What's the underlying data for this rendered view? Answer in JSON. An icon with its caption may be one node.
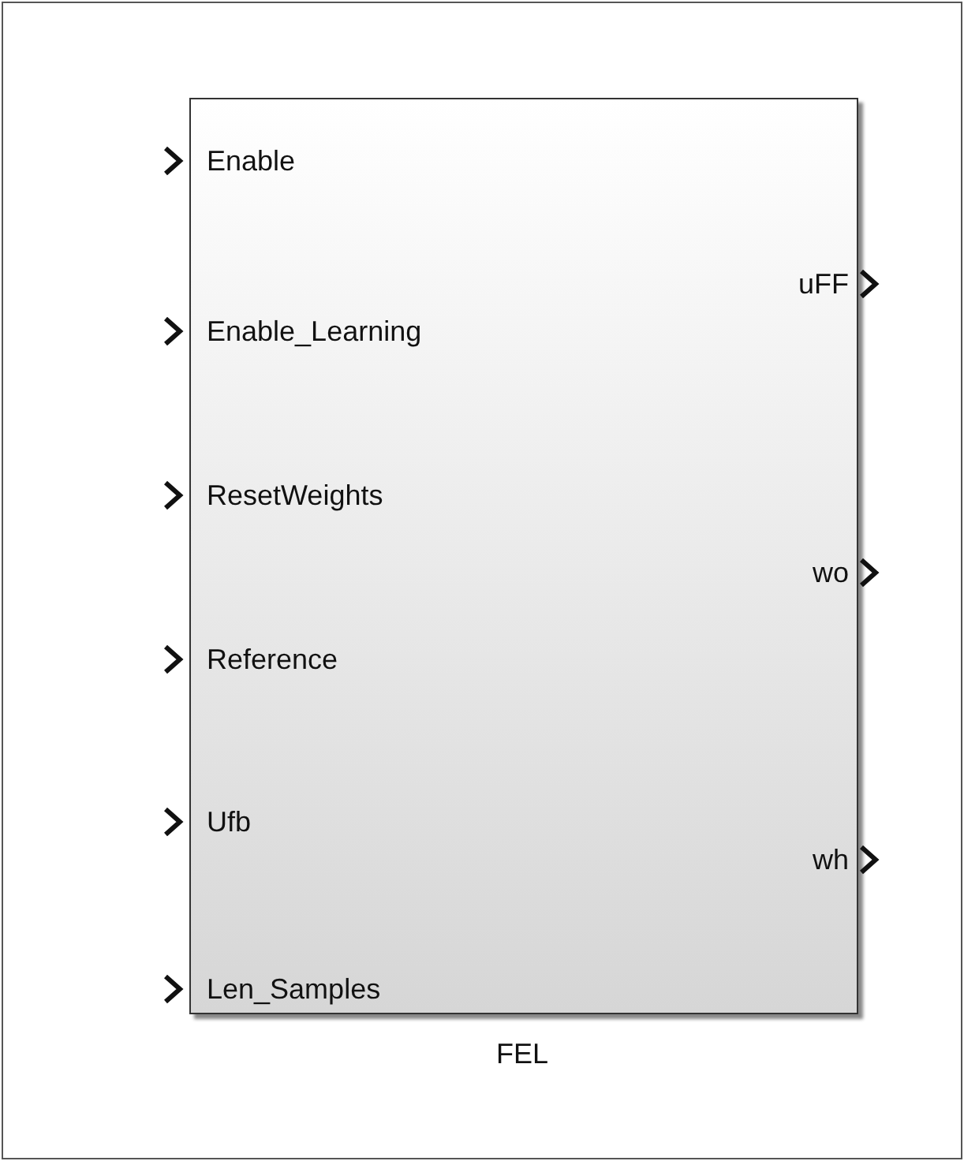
{
  "diagram": {
    "nodes": [
      {
        "text": [],
        "shape": "box",
        "beside": [
          "FEL"
        ]
      }
    ],
    "edges": [],
    "labels": [
      "Enable",
      "Enable_Learning",
      "ResetWeights",
      "Reference",
      "Ufb",
      "Len_Samples",
      "uFF",
      "wo",
      "wh"
    ]
  }
}
